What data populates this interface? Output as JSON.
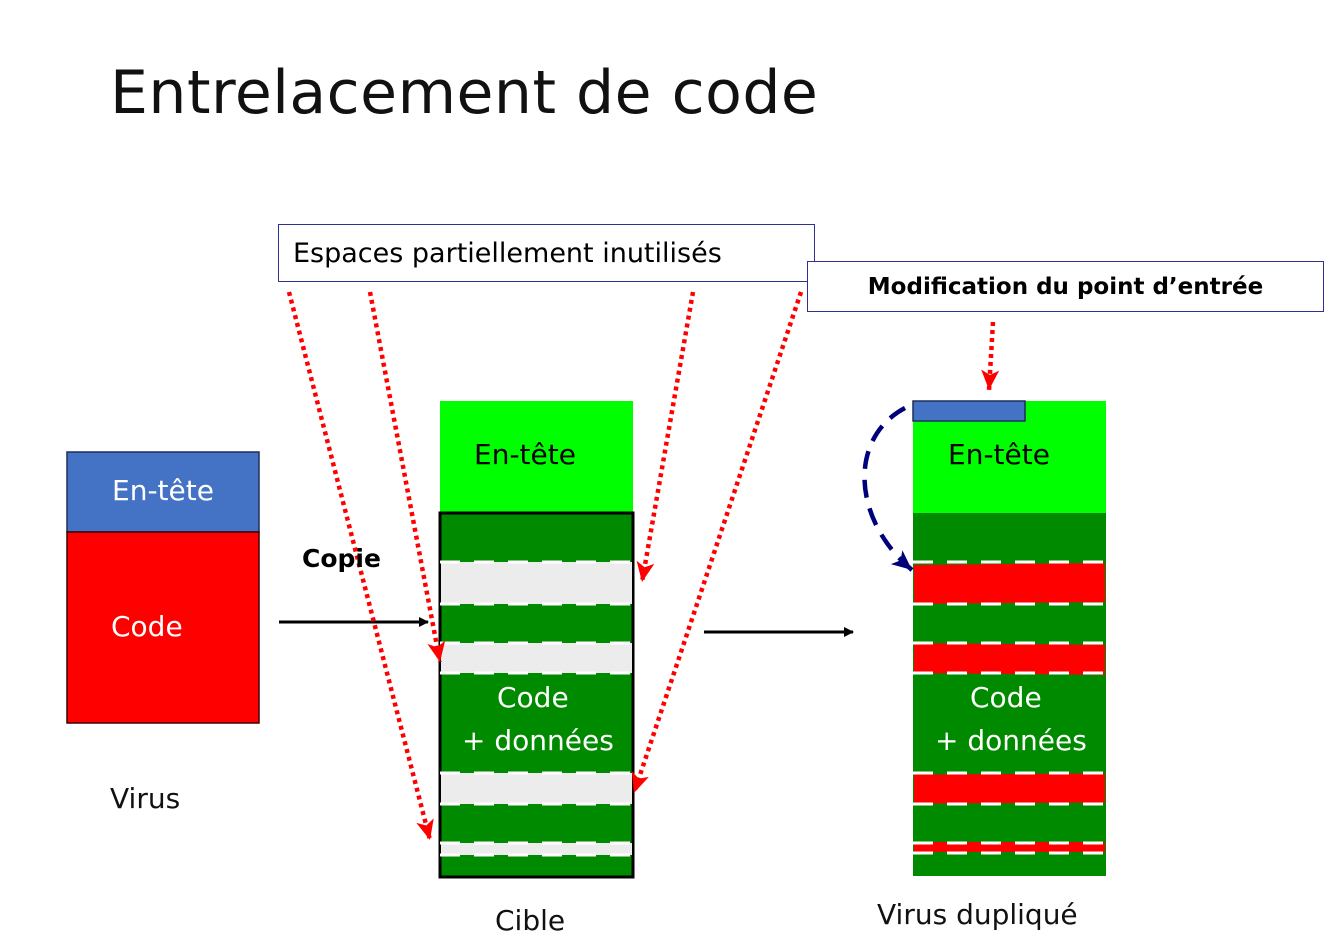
{
  "title": "Entrelacement de code",
  "virus": {
    "header_label": "En-tête",
    "code_label": "Code",
    "caption": "Virus"
  },
  "copy_label": "Copie",
  "target": {
    "header_label": "En-tête",
    "code_line1": "Code",
    "code_line2": "+ données",
    "caption": "Cible"
  },
  "duplicated": {
    "header_label": "En-tête",
    "code_line1": "Code",
    "code_line2": "+ données",
    "caption": "Virus dupliqué"
  },
  "notes": {
    "unused_spaces": "Espaces partiellement inutilisés",
    "entry_point": "Modification du point d’entrée"
  },
  "colors": {
    "header_blue": "#4472c4",
    "virus_red": "#ff0000",
    "light_green": "#00ff00",
    "dark_green": "#008a00",
    "gap_grey": "#ececec",
    "arrow_red": "#ff0000",
    "arrow_navy": "#00007a",
    "note_border": "#2e3192"
  }
}
